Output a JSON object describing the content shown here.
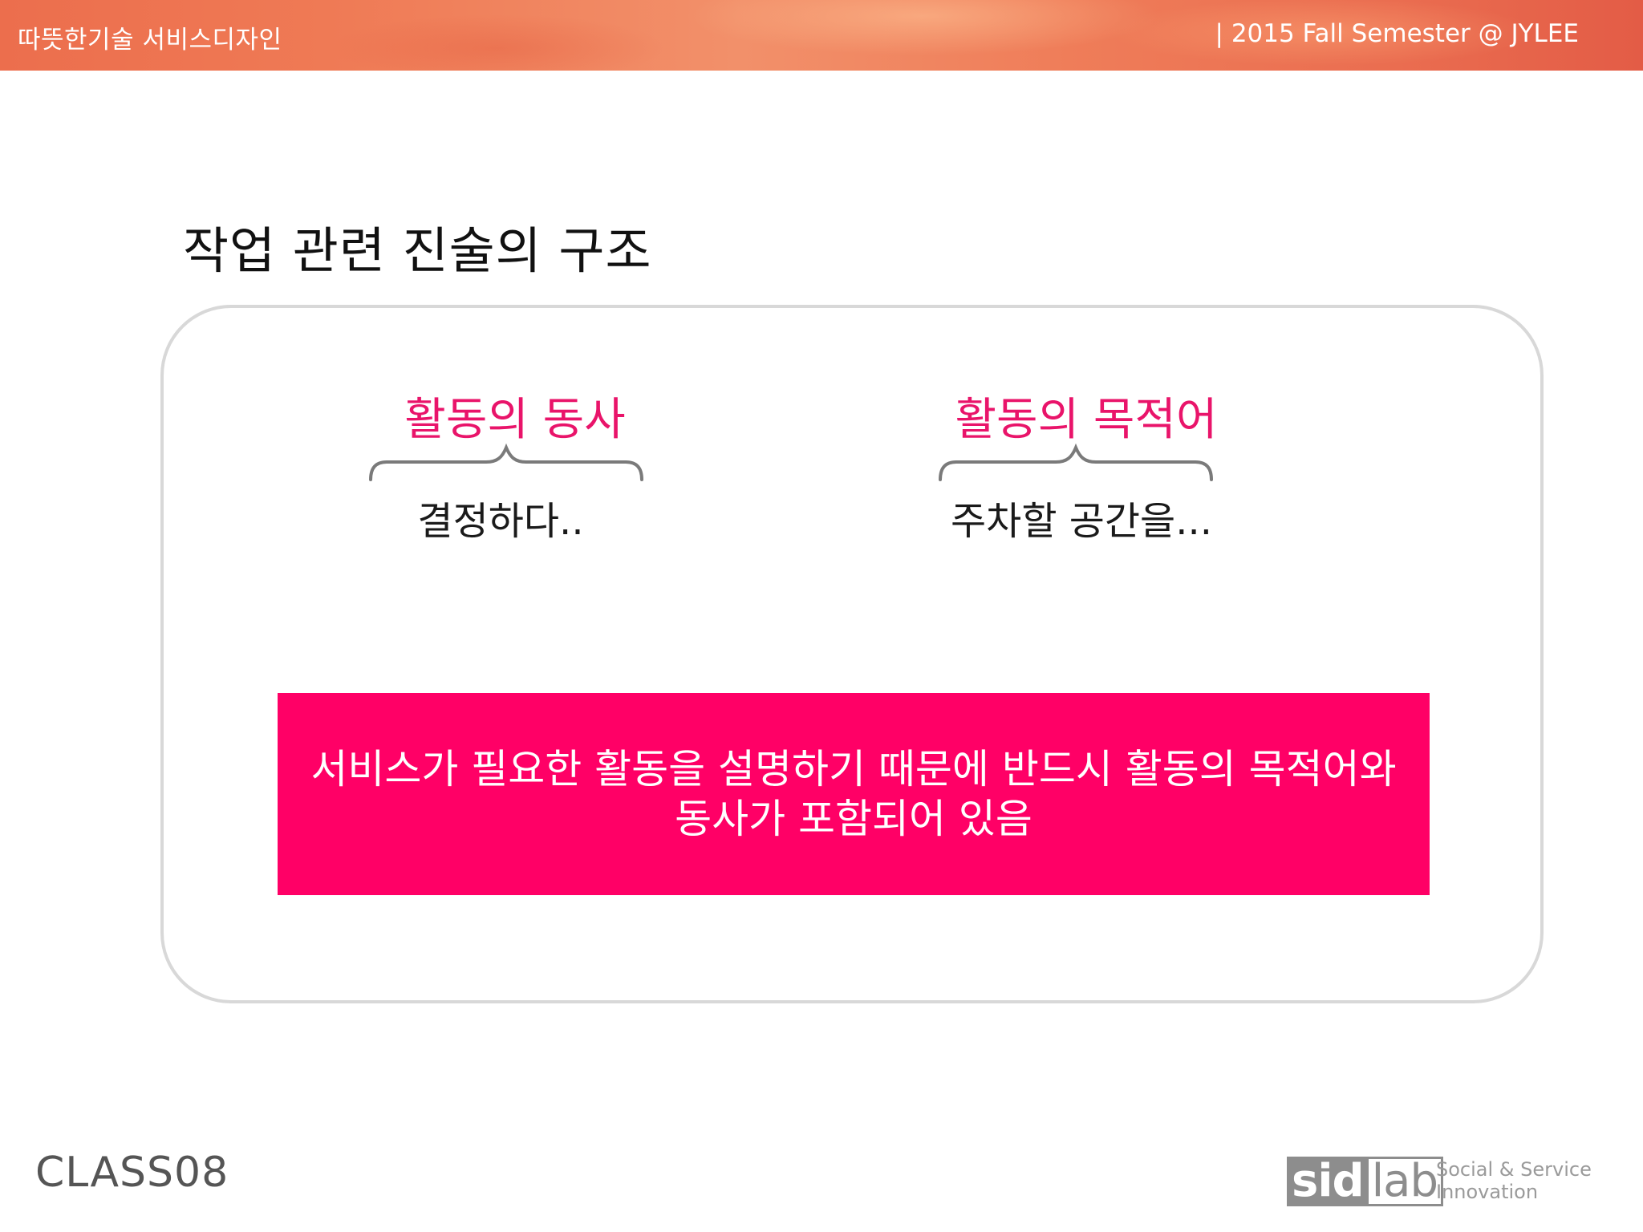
{
  "header": {
    "left": "따뜻한기술 서비스디자인",
    "right": "| 2015 Fall Semester @ JYLEE"
  },
  "title": "작업 관련 진술의 구조",
  "columns": [
    {
      "heading": "활동의 동사",
      "text": "결정하다.."
    },
    {
      "heading": "활동의 목적어",
      "text": "주차할 공간을..."
    }
  ],
  "callout": {
    "lines": [
      "서비스가 필요한 활동을 설명하기 때문에 반드시 활동의 목적어와",
      "동사가 포함되어 있음"
    ]
  },
  "footer": {
    "class_label": "CLASS08",
    "logo": {
      "sid": "sid",
      "lab": "lab",
      "tagline_1": "Social & Service",
      "tagline_2": "Innovation"
    }
  },
  "colors": {
    "header_band": "#ef7a55",
    "accent_pink": "#e9146a",
    "callout_bg": "#ff0066",
    "frame_border": "#d8d8d8",
    "logo_gray": "#8d8d8d"
  }
}
